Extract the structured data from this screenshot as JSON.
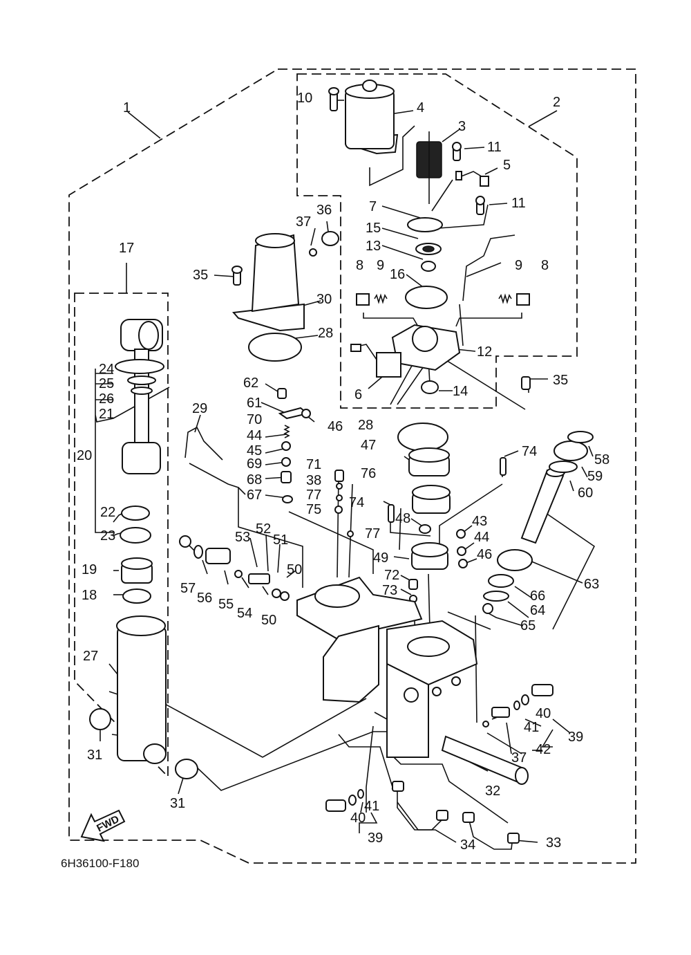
{
  "drawing_code": "6H36100-F180",
  "fwd_label": "FWD",
  "labels": {
    "n1": "1",
    "n2": "2",
    "n3": "3",
    "n4": "4",
    "n5": "5",
    "n6": "6",
    "n7": "7",
    "n8a": "8",
    "n8b": "8",
    "n9a": "9",
    "n9b": "9",
    "n10": "10",
    "n11a": "11",
    "n11b": "11",
    "n12": "12",
    "n13": "13",
    "n14": "14",
    "n15": "15",
    "n16": "16",
    "n17": "17",
    "n18": "18",
    "n19": "19",
    "n20": "20",
    "n21": "21",
    "n22": "22",
    "n23": "23",
    "n24": "24",
    "n25": "25",
    "n26": "26",
    "n27": "27",
    "n28a": "28",
    "n28b": "28",
    "n29": "29",
    "n30": "30",
    "n31a": "31",
    "n31b": "31",
    "n32": "32",
    "n33": "33",
    "n34": "34",
    "n35a": "35",
    "n35b": "35",
    "n36": "36",
    "n37a": "37",
    "n37b": "37",
    "n38": "38",
    "n39a": "39",
    "n39b": "39",
    "n40a": "40",
    "n40b": "40",
    "n41a": "41",
    "n41b": "41",
    "n42": "42",
    "n43": "43",
    "n44a": "44",
    "n44b": "44",
    "n45": "45",
    "n46a": "46",
    "n46b": "46",
    "n47": "47",
    "n48": "48",
    "n49": "49",
    "n50a": "50",
    "n50b": "50",
    "n51": "51",
    "n52": "52",
    "n53": "53",
    "n54": "54",
    "n55": "55",
    "n56": "56",
    "n57": "57",
    "n58": "58",
    "n59": "59",
    "n60": "60",
    "n61": "61",
    "n62": "62",
    "n63": "63",
    "n64": "64",
    "n65": "65",
    "n66": "66",
    "n67": "67",
    "n68": "68",
    "n69": "69",
    "n70": "70",
    "n71": "71",
    "n72": "72",
    "n73": "73",
    "n74a": "74",
    "n74b": "74",
    "n75": "75",
    "n76": "76",
    "n77a": "77",
    "n77b": "77"
  }
}
